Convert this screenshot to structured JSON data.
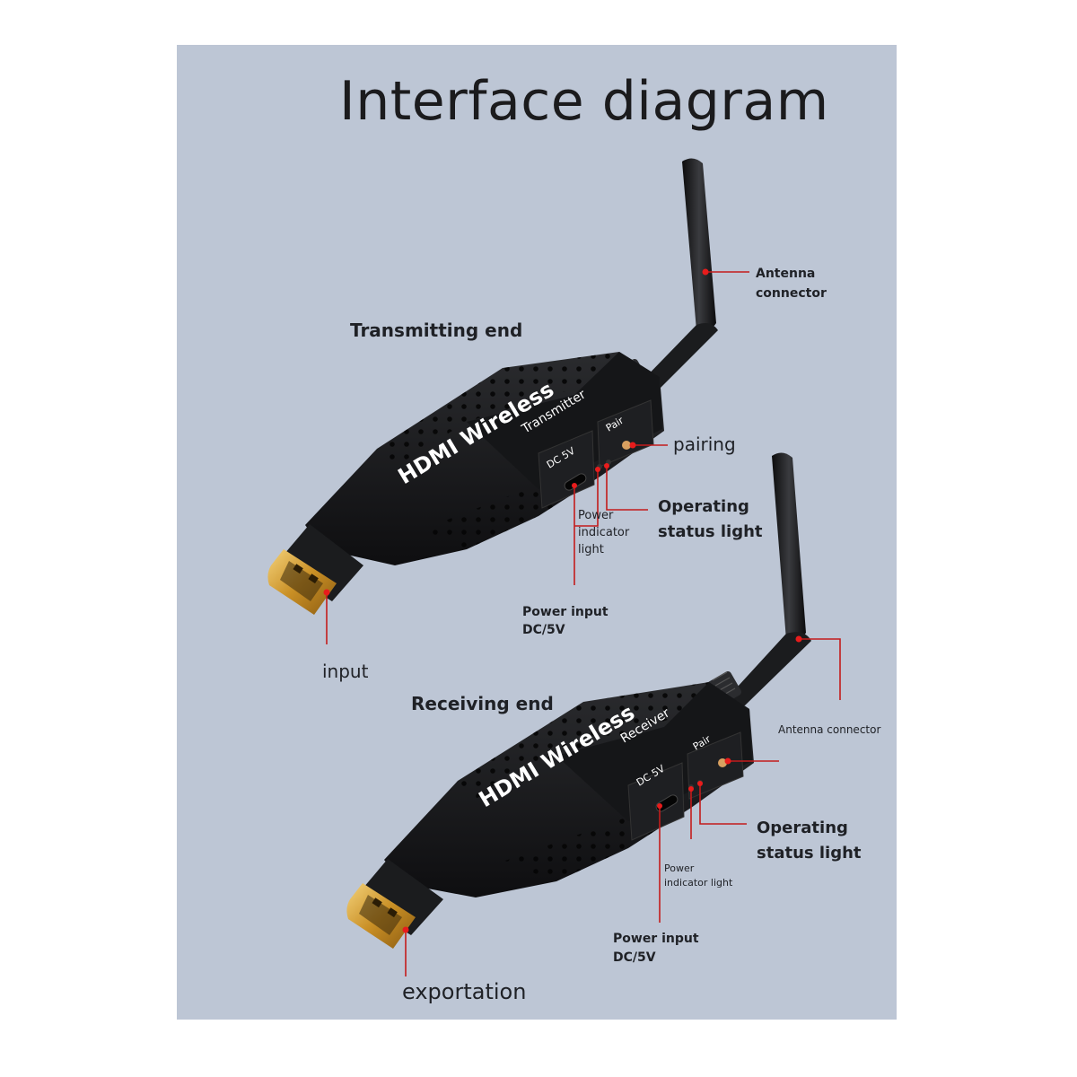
{
  "title": "Interface diagram",
  "transmitter": {
    "section_label": "Transmitting end",
    "brand": "HDMI Wireless",
    "model": "Transmitter",
    "port_dc": "DC 5V",
    "button_pair": "Pair",
    "callouts": {
      "antenna_line1": "Antenna",
      "antenna_line2": "connector",
      "pairing": "pairing",
      "operating_line1": "Operating",
      "operating_line2": "status light",
      "power_ind_line1": "Power",
      "power_ind_line2": "indicator",
      "power_ind_line3": "light",
      "power_in_line1": "Power input",
      "power_in_line2": "DC/5V",
      "io": "input"
    }
  },
  "receiver": {
    "section_label": "Receiving end",
    "brand": "HDMI Wireless",
    "model": "Receiver",
    "port_dc": "DC 5V",
    "button_pair": "Pair",
    "callouts": {
      "antenna": "Antenna connector",
      "operating_line1": "Operating",
      "operating_line2": "status light",
      "power_ind_line1": "Power",
      "power_ind_line2": "indicator light",
      "power_in_line1": "Power input",
      "power_in_line2": "DC/5V",
      "io": "exportation"
    }
  },
  "colors": {
    "panel_bg": "#bdc6d5",
    "device_body": "#17181a",
    "callout_line": "#c41c1c",
    "hdmi_gold": "#d9a53a"
  },
  "icons": [
    "antenna-icon",
    "hdmi-plug-icon",
    "usb-c-port-icon",
    "led-indicator-icon"
  ]
}
